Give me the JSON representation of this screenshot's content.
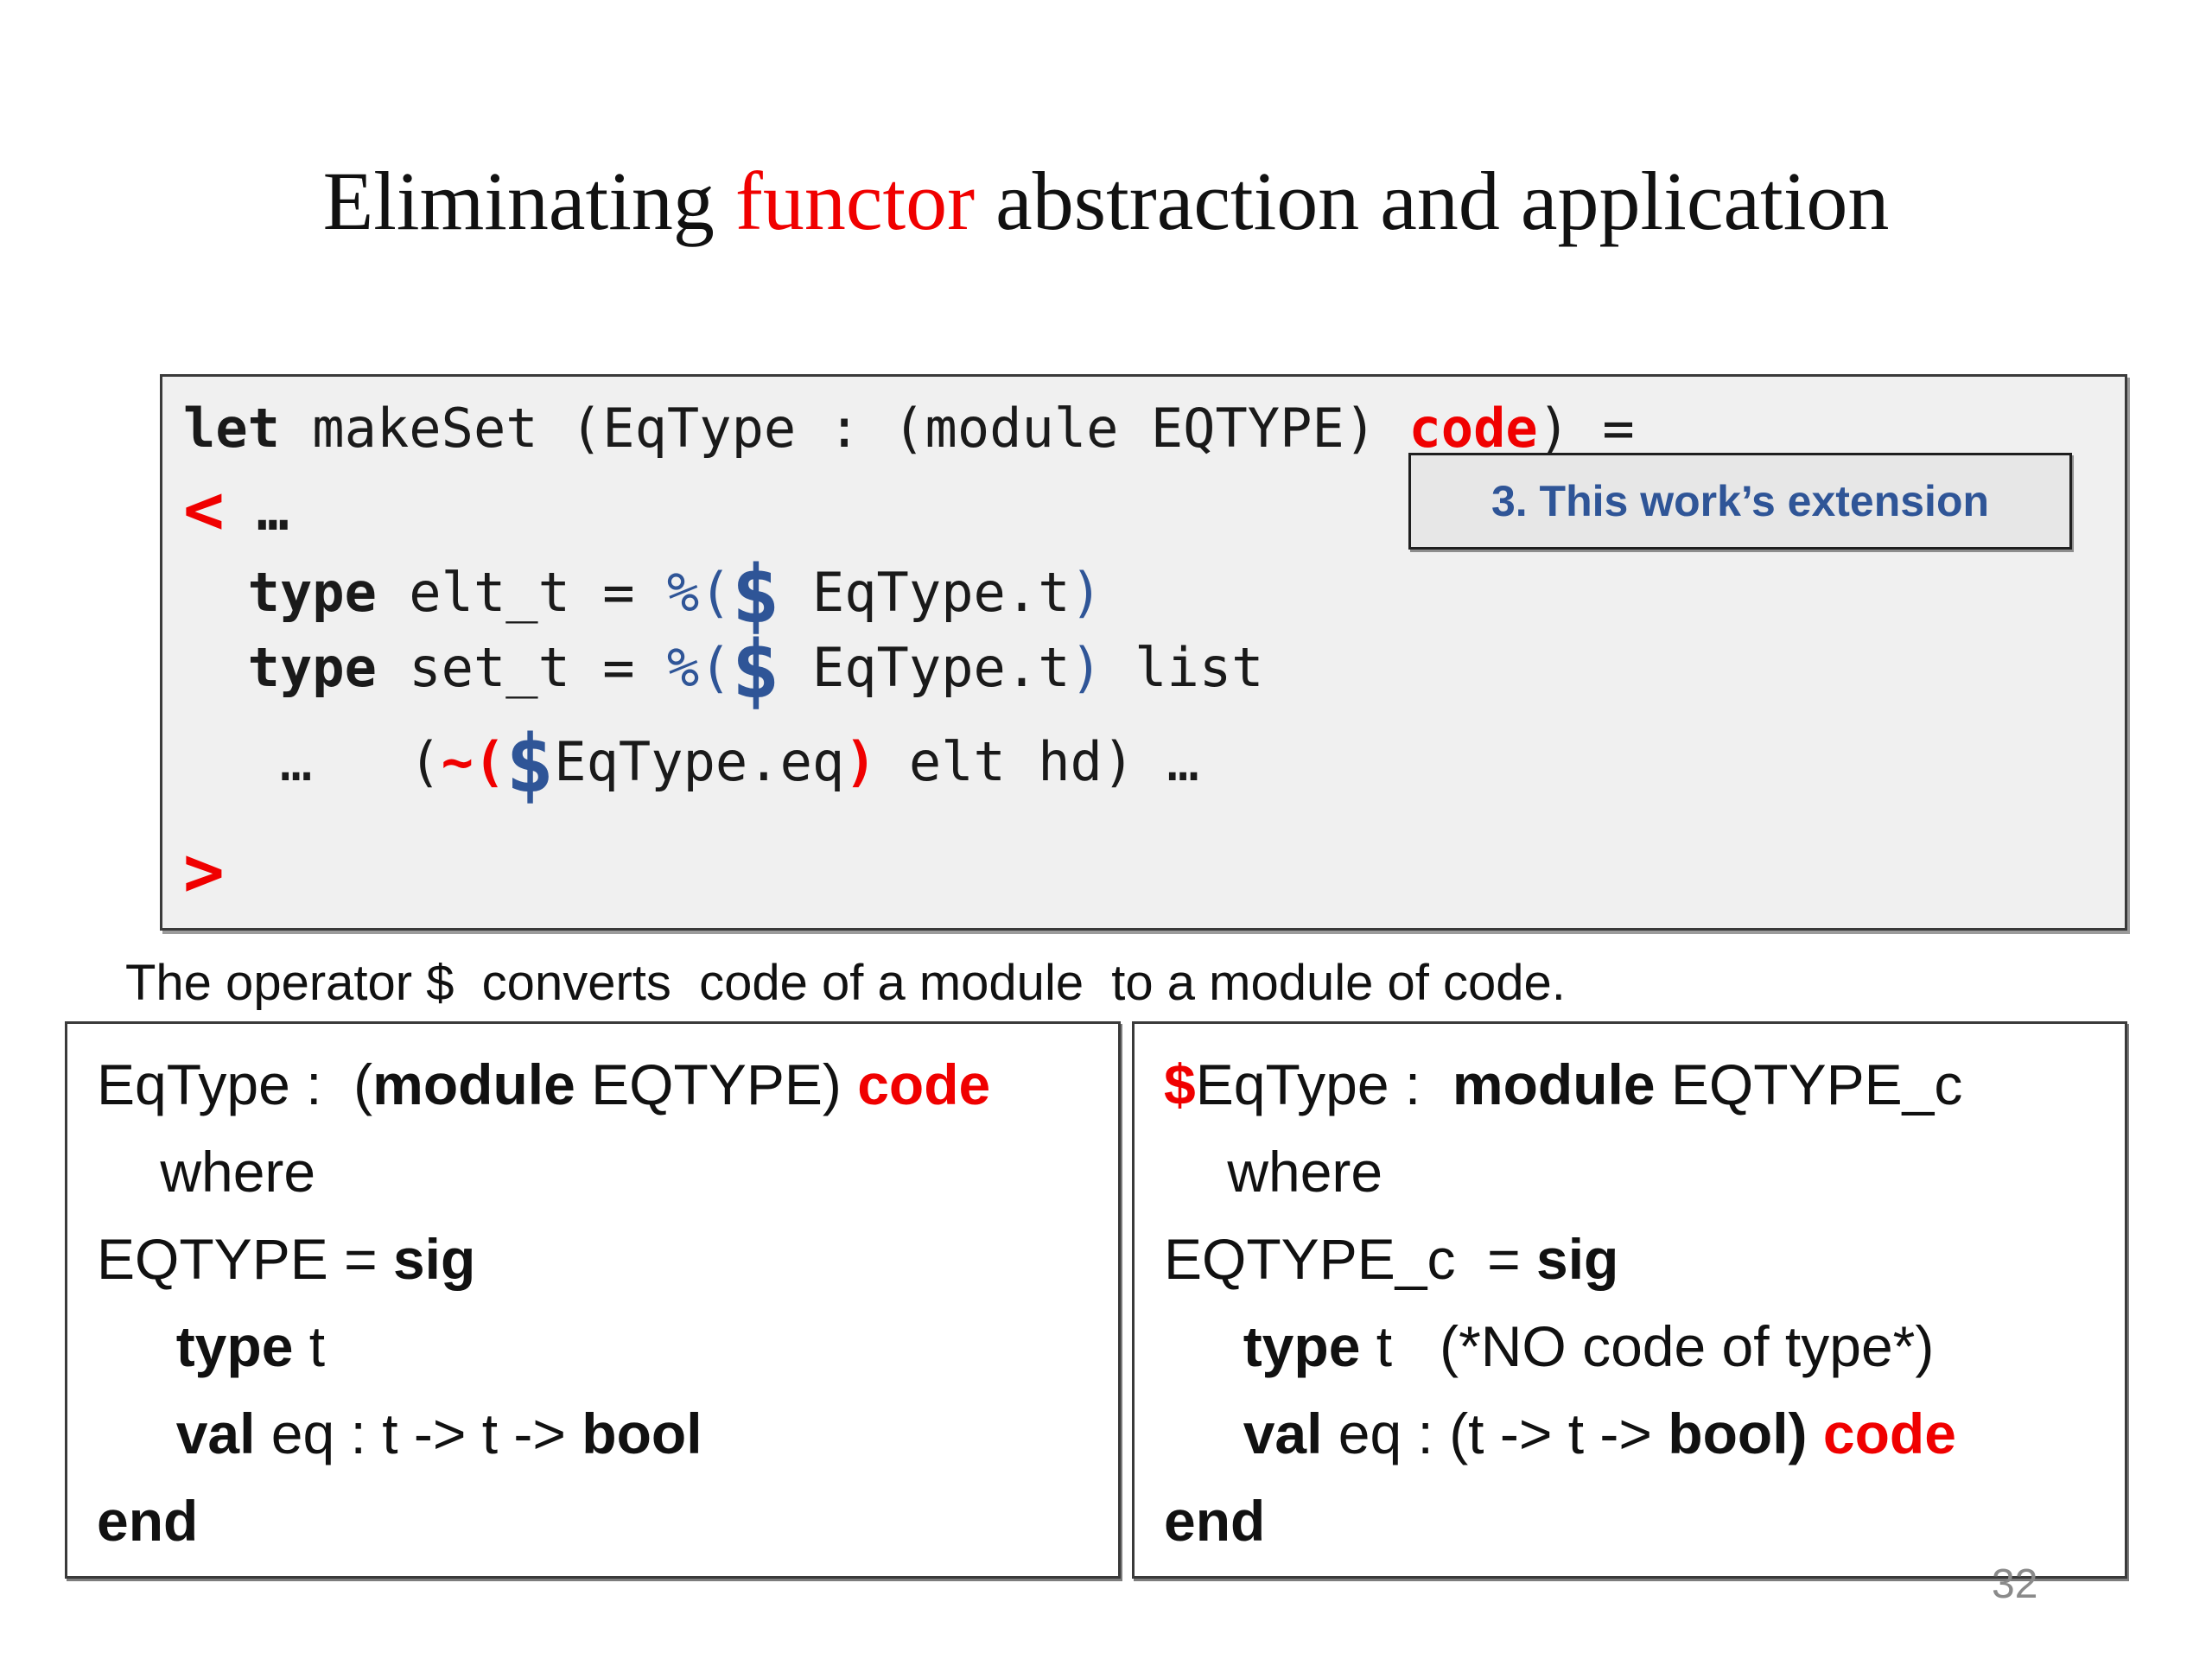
{
  "title": {
    "parts": [
      {
        "text": "Eliminating ",
        "style": "black"
      },
      {
        "text": "functor",
        "style": "red"
      },
      {
        "text": " abstraction and application",
        "style": "black"
      }
    ]
  },
  "code_box": {
    "lines": [
      {
        "segments": [
          {
            "t": "let",
            "s": "kw"
          },
          {
            "t": " makeSet (EqType : (module EQTYPE) ",
            "s": "pl"
          },
          {
            "t": "code",
            "s": "redb"
          },
          {
            "t": ") =",
            "s": "pl"
          }
        ]
      },
      {
        "segments": [
          {
            "t": "<",
            "s": "angle"
          },
          {
            "t": " …",
            "s": "bold"
          }
        ]
      },
      {
        "segments": [
          {
            "t": "  ",
            "s": "pl"
          },
          {
            "t": "type",
            "s": "kw"
          },
          {
            "t": " elt_t = ",
            "s": "pl"
          },
          {
            "t": "%(",
            "s": "blue"
          },
          {
            "t": "$",
            "s": "dollar"
          },
          {
            "t": " EqType.t",
            "s": "pl"
          },
          {
            "t": ")",
            "s": "blue"
          }
        ]
      },
      {
        "segments": [
          {
            "t": "  ",
            "s": "pl"
          },
          {
            "t": "type",
            "s": "kw"
          },
          {
            "t": " set_t = ",
            "s": "pl"
          },
          {
            "t": "%(",
            "s": "blue"
          },
          {
            "t": "$",
            "s": "dollar"
          },
          {
            "t": " EqType.t",
            "s": "pl"
          },
          {
            "t": ")",
            "s": "blue"
          },
          {
            "t": " list",
            "s": "pl"
          }
        ]
      },
      {
        "segments": [
          {
            "t": "   …   (",
            "s": "pl"
          },
          {
            "t": "~",
            "s": "redb"
          },
          {
            "t": "(",
            "s": "redb"
          },
          {
            "t": "$",
            "s": "dollar"
          },
          {
            "t": "EqType.eq",
            "s": "pl"
          },
          {
            "t": ")",
            "s": "redb"
          },
          {
            "t": " elt hd) …",
            "s": "pl"
          }
        ]
      },
      {
        "segments": [
          {
            "t": ">",
            "s": "angle"
          }
        ]
      }
    ]
  },
  "annotation": {
    "label": "3. This work’s extension",
    "text_color": "#2f5597"
  },
  "caption": {
    "text": "The operator $  converts  code of a module  to a module of code."
  },
  "left_box": {
    "lines": [
      {
        "segments": [
          {
            "t": "EqType :  (",
            "s": "p"
          },
          {
            "t": "module",
            "s": "b"
          },
          {
            "t": " EQTYPE) ",
            "s": "p"
          },
          {
            "t": "code",
            "s": "rb"
          }
        ]
      },
      {
        "segments": [
          {
            "t": "    where",
            "s": "p"
          }
        ]
      },
      {
        "segments": [
          {
            "t": "EQTYPE = ",
            "s": "p"
          },
          {
            "t": "sig",
            "s": "b"
          }
        ]
      },
      {
        "segments": [
          {
            "t": "     ",
            "s": "p"
          },
          {
            "t": "type",
            "s": "b"
          },
          {
            "t": " t",
            "s": "p"
          }
        ]
      },
      {
        "segments": [
          {
            "t": "     ",
            "s": "p"
          },
          {
            "t": "val",
            "s": "b"
          },
          {
            "t": " eq : t -> t -> ",
            "s": "p"
          },
          {
            "t": "bool",
            "s": "b"
          }
        ]
      },
      {
        "segments": [
          {
            "t": "end",
            "s": "b"
          }
        ]
      }
    ]
  },
  "right_box": {
    "lines": [
      {
        "segments": [
          {
            "t": "$",
            "s": "rb"
          },
          {
            "t": "EqType :  ",
            "s": "p"
          },
          {
            "t": "module",
            "s": "b"
          },
          {
            "t": " EQTYPE_c",
            "s": "p"
          }
        ]
      },
      {
        "segments": [
          {
            "t": "    where",
            "s": "p"
          }
        ]
      },
      {
        "segments": [
          {
            "t": "EQTYPE_c  = ",
            "s": "p"
          },
          {
            "t": "sig",
            "s": "b"
          }
        ]
      },
      {
        "segments": [
          {
            "t": "     ",
            "s": "p"
          },
          {
            "t": "type",
            "s": "b"
          },
          {
            "t": " t   (*NO code of type*)",
            "s": "p"
          }
        ]
      },
      {
        "segments": [
          {
            "t": "     ",
            "s": "p"
          },
          {
            "t": "val",
            "s": "b"
          },
          {
            "t": " eq : (t -> t -> ",
            "s": "p"
          },
          {
            "t": "bool)",
            "s": "b"
          },
          {
            "t": " ",
            "s": "p"
          },
          {
            "t": "code",
            "s": "rb"
          }
        ]
      },
      {
        "segments": [
          {
            "t": "end",
            "s": "b"
          }
        ]
      }
    ]
  },
  "page_number": "32",
  "colors": {
    "accent_red": "#f00000",
    "accent_blue": "#2f5597",
    "code_box_bg": "#f0f0f0",
    "label_bg": "#e7e7e7",
    "page_number_gray": "#8a8a8a"
  }
}
